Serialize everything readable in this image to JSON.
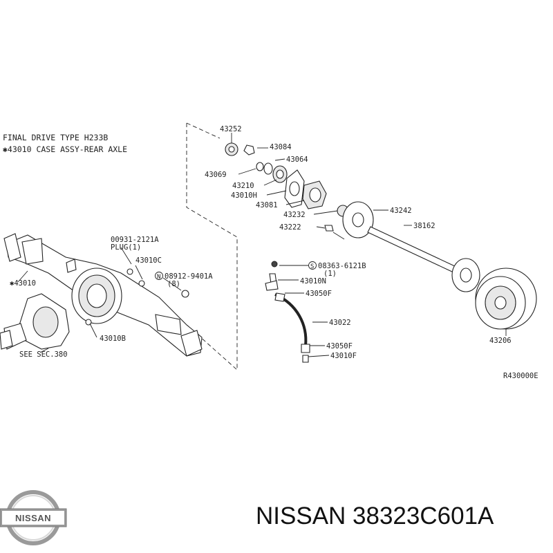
{
  "notes": {
    "line1": "FINAL DRIVE TYPE H233B",
    "line2": "✱43010 CASE ASSY-REAR AXLE",
    "see_sec": "SEE SEC.380",
    "ref": "R430000E"
  },
  "labels": {
    "p43252": "43252",
    "p43084": "43084",
    "p43064": "43064",
    "p43069": "43069",
    "p43210": "43210",
    "p43010H": "43010H",
    "p43081": "43081",
    "p43232": "43232",
    "p43242": "43242",
    "p43222": "43222",
    "p38162": "38162",
    "p00931": "00931-2121A",
    "plug": "PLUG(1)",
    "p43010C": "43010C",
    "p08912": "08912-9401A",
    "p08912q": "(8)",
    "p43010": "✱43010",
    "p08363": "08363-6121B",
    "p08363q": "(1)",
    "p43010N": "43010N",
    "p43050F_a": "43050F",
    "p43022": "43022",
    "p43050F_b": "43050F",
    "p43010F": "43010F",
    "p43010B": "43010B",
    "p43206": "43206",
    "circle_s": "S",
    "circle_n": "N"
  },
  "brand": {
    "logo_text": "NISSAN",
    "caption": "NISSAN 38323C601A"
  }
}
